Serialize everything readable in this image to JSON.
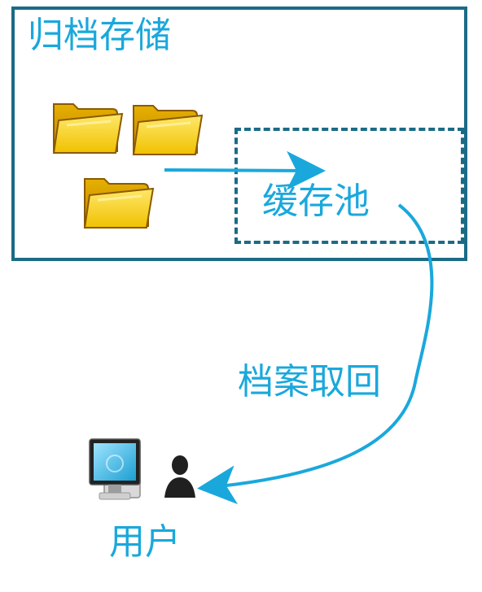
{
  "diagram": {
    "archive_title": "归档存储",
    "cache_pool_label": "缓存池",
    "retrieve_label": "档案取回",
    "user_label": "用户"
  },
  "colors": {
    "border": "#1b6b86",
    "accent": "#1aa8dc",
    "folder": "#f2c31b",
    "folder_dark": "#c58b00"
  },
  "icons": {
    "folders": [
      "folder-icon",
      "folder-icon",
      "folder-icon"
    ],
    "computer": "computer-icon",
    "user": "person-icon"
  }
}
